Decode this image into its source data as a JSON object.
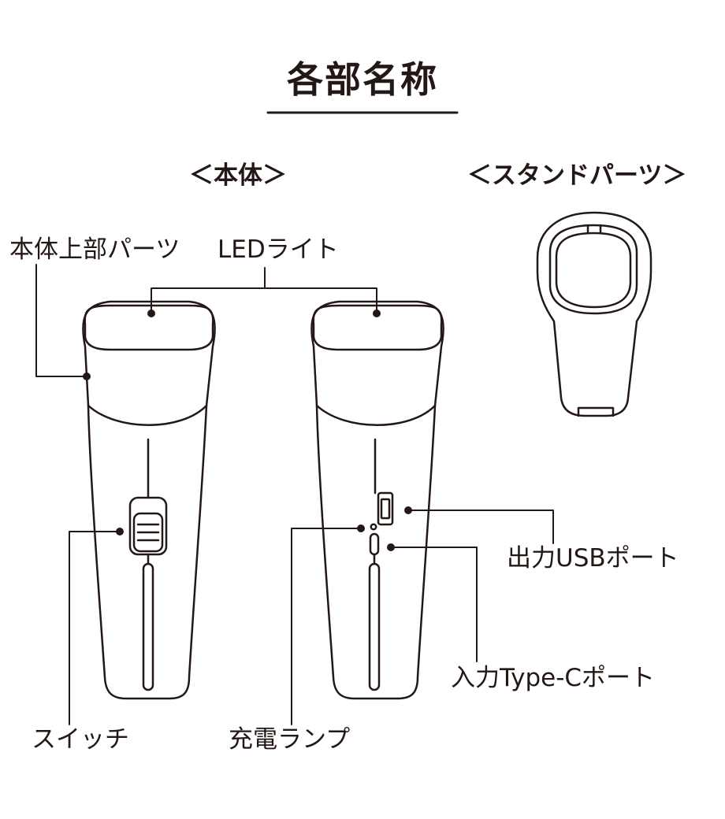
{
  "title": "各部名称",
  "sections": {
    "body": "＜本体＞",
    "stand": "＜スタンドパーツ＞"
  },
  "callouts": {
    "upper_part": "本体上部パーツ",
    "led_light": "LEDライト",
    "switch": "スイッチ",
    "charge_lamp": "充電ランプ",
    "usb_out": "出力USBポート",
    "typec_in": "入力Type-Cポート"
  },
  "colors": {
    "ink": "#231815",
    "fill": "#ffffff"
  }
}
